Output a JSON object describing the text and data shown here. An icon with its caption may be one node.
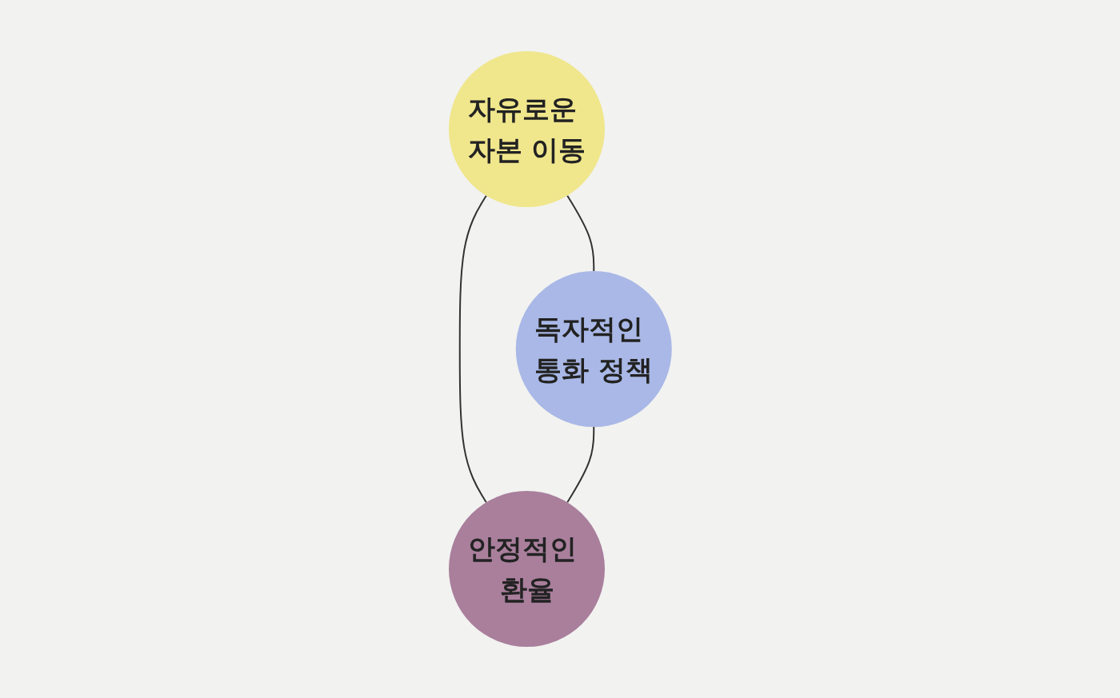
{
  "diagram": {
    "nodes": [
      {
        "text": [
          "자유로운 자본 이동"
        ]
      },
      {
        "text": [
          "독자적인 통화 정책"
        ]
      },
      {
        "text": [
          "안정적인 환율"
        ]
      }
    ],
    "edges": [
      {
        "from": 0,
        "to": 1,
        "arrow": "none"
      },
      {
        "from": 0,
        "to": 2,
        "arrow": "none"
      },
      {
        "from": 1,
        "to": 2,
        "arrow": "none"
      }
    ]
  }
}
